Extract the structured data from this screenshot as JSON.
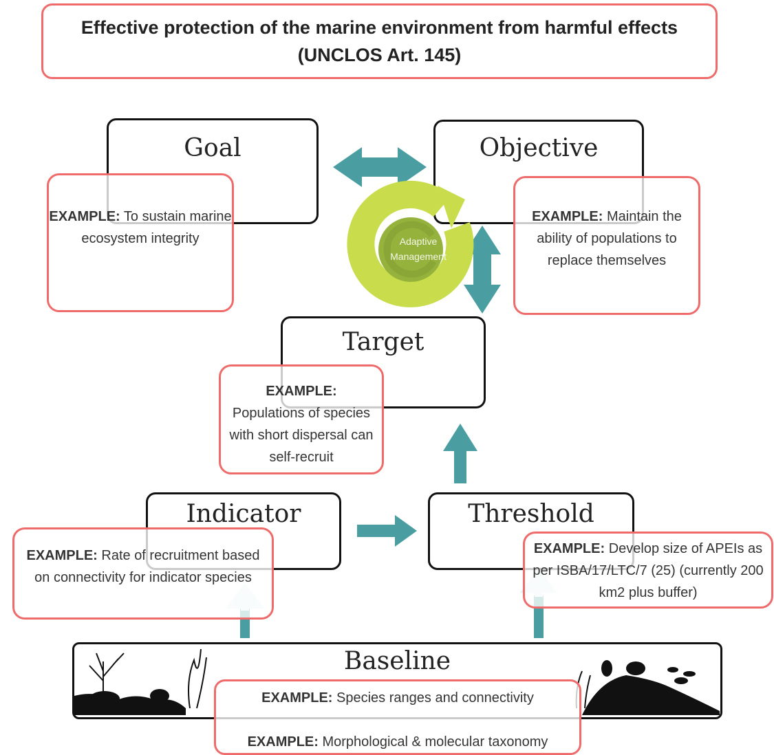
{
  "title": {
    "line1": "Effective protection of the marine environment from harmful effects",
    "line2": "(UNCLOS Art. 145)"
  },
  "nodes": {
    "goal": {
      "heading": "Goal",
      "example_label": "EXAMPLE:",
      "example_text": " To sustain marine ecosystem integrity"
    },
    "objective": {
      "heading": "Objective",
      "example_label": "EXAMPLE:",
      "example_text": " Maintain the ability of populations to replace themselves"
    },
    "target": {
      "heading": "Target",
      "example_label": "EXAMPLE:",
      "example_text": "Populations of species with short dispersal can self-recruit"
    },
    "indicator": {
      "heading": "Indicator",
      "example_label": "EXAMPLE:",
      "example_text": " Rate of recruitment based on connectivity for indicator species"
    },
    "threshold": {
      "heading": "Threshold",
      "example_label": "EXAMPLE:",
      "example_text": " Develop size of APEIs as per ISBA/17/LTC/7 (25) (currently 200 km2 plus buffer)"
    },
    "baseline": {
      "heading": "Baseline",
      "example1_label": "EXAMPLE:",
      "example1_text": " Species ranges and connectivity",
      "example2_label": "EXAMPLE:",
      "example2_text": " Morphological & molecular taxonomy"
    }
  },
  "adaptive": {
    "line1": "Adaptive",
    "line2": "Management"
  },
  "colors": {
    "arrow": "#4a9ea1",
    "light_arrow": "#dff0ef",
    "red_border": "#ef6b6b",
    "cycle_outer": "#c8dc4c",
    "cycle_inner": "#95b23c"
  }
}
